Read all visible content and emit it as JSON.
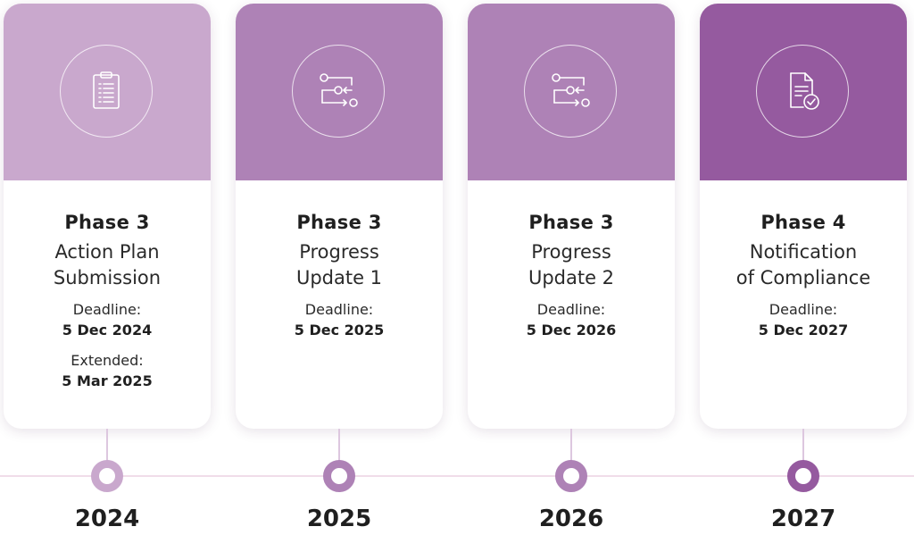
{
  "colors": {
    "phase_2024": "#c9a8cd",
    "phase_2025": "#ae82b6",
    "phase_2026": "#ae82b6",
    "phase_2027": "#955a9f",
    "axis": "#f0dde9"
  },
  "cards": [
    {
      "icon": "clipboard-checklist-icon",
      "phase": "Phase 3",
      "title": "Action Plan\nSubmission",
      "deadline_label": "Deadline:",
      "deadline": "5 Dec 2024",
      "extended_label": "Extended:",
      "extended": "5 Mar 2025",
      "year": "2024"
    },
    {
      "icon": "process-flow-icon",
      "phase": "Phase 3",
      "title": "Progress\nUpdate 1",
      "deadline_label": "Deadline:",
      "deadline": "5 Dec 2025",
      "year": "2025"
    },
    {
      "icon": "process-flow-icon",
      "phase": "Phase 3",
      "title": "Progress\nUpdate 2",
      "deadline_label": "Deadline:",
      "deadline": "5 Dec 2026",
      "year": "2026"
    },
    {
      "icon": "document-check-icon",
      "phase": "Phase 4",
      "title": "Notification\nof Compliance",
      "deadline_label": "Deadline:",
      "deadline": "5 Dec 2027",
      "year": "2027"
    }
  ]
}
